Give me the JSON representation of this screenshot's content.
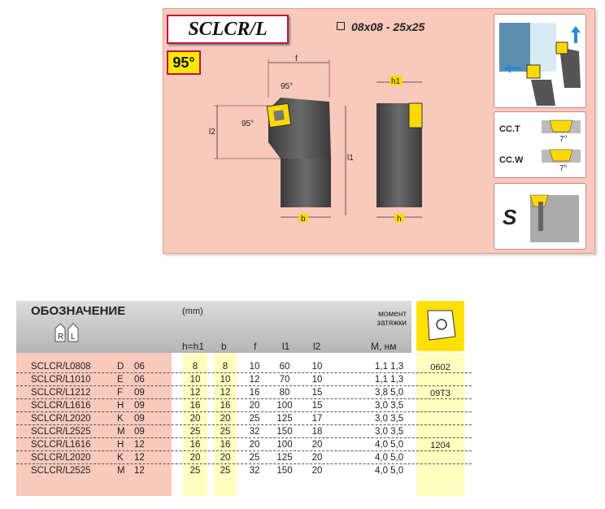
{
  "header": {
    "code": "SCLCR/L",
    "angle": "95°",
    "size_range": "08x08 - 25x25"
  },
  "drawing": {
    "dim_f": "f",
    "dim_angle_a": "95°",
    "dim_angle_b": "95°",
    "dim_l2": "l2",
    "dim_l1": "l1",
    "dim_b": "b",
    "dim_h1": "h1",
    "dim_h": "h"
  },
  "side_cards": {
    "ccT": "CC.T",
    "ccW": "CC.W",
    "angle_t": "7°",
    "angle_w": "7°",
    "s_label": "S"
  },
  "table": {
    "title": "ОБОЗНАЧЕНИЕ",
    "unit": "(mm)",
    "torque_line1": "момент",
    "torque_line2": "затяжки",
    "hand_r": "R",
    "hand_l": "L",
    "columns": [
      "h=h1",
      "b",
      "f",
      "l1",
      "l2",
      "M, нм"
    ],
    "rows": [
      {
        "n1": "SCLCR/L",
        "n2": "0808",
        "n3": "D",
        "n4": "06",
        "h": "8",
        "b": "8",
        "f": "10",
        "l1": "60",
        "l2": "10",
        "m": "1,1 1,3"
      },
      {
        "n1": "SCLCR/L",
        "n2": "1010",
        "n3": "E",
        "n4": "06",
        "h": "10",
        "b": "10",
        "f": "12",
        "l1": "70",
        "l2": "10",
        "m": "1,1 1,3"
      },
      {
        "n1": "SCLCR/L",
        "n2": "1212",
        "n3": "F",
        "n4": "09",
        "h": "12",
        "b": "12",
        "f": "16",
        "l1": "80",
        "l2": "15",
        "m": "3,8 5,0"
      },
      {
        "n1": "SCLCR/L",
        "n2": "1616",
        "n3": "H",
        "n4": "09",
        "h": "16",
        "b": "16",
        "f": "20",
        "l1": "100",
        "l2": "15",
        "m": "3,0 3,5"
      },
      {
        "n1": "SCLCR/L",
        "n2": "2020",
        "n3": "K",
        "n4": "09",
        "h": "20",
        "b": "20",
        "f": "25",
        "l1": "125",
        "l2": "17",
        "m": "3,0 3,5"
      },
      {
        "n1": "SCLCR/L",
        "n2": "2525",
        "n3": "M",
        "n4": "09",
        "h": "25",
        "b": "25",
        "f": "32",
        "l1": "150",
        "l2": "18",
        "m": "3,0 3,5"
      },
      {
        "n1": "SCLCR/L",
        "n2": "1616",
        "n3": "H",
        "n4": "12",
        "h": "16",
        "b": "16",
        "f": "20",
        "l1": "100",
        "l2": "20",
        "m": "4,0 5,0"
      },
      {
        "n1": "SCLCR/L",
        "n2": "2020",
        "n3": "K",
        "n4": "12",
        "h": "20",
        "b": "20",
        "f": "25",
        "l1": "125",
        "l2": "20",
        "m": "4,0 5,0"
      },
      {
        "n1": "SCLCR/L",
        "n2": "2525",
        "n3": "M",
        "n4": "12",
        "h": "25",
        "b": "25",
        "f": "32",
        "l1": "150",
        "l2": "20",
        "m": "4,0 5,0"
      }
    ],
    "inserts": [
      "0602",
      "09T3",
      "1204"
    ]
  }
}
